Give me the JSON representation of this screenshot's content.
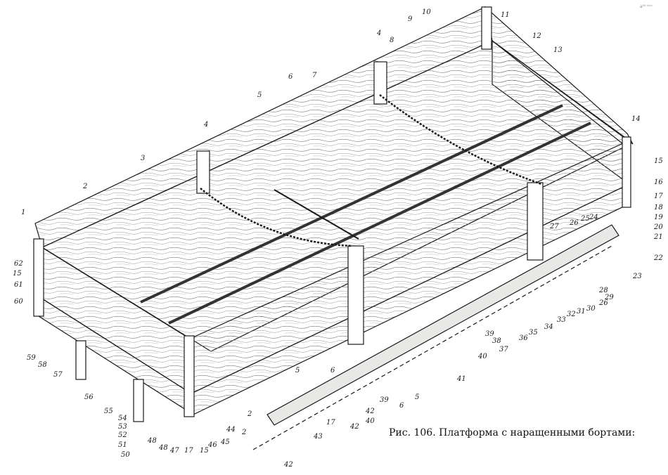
{
  "caption": "Рис. 106. Платформа с наращенными бортами:",
  "corner_mark": "a⁰⁰ ᵇⁿⁿ",
  "colors": {
    "ink": "#1a1a1a",
    "wood": "#f4f4f2",
    "grain": "#555555"
  },
  "callouts": [
    {
      "n": "1"
    },
    {
      "n": "2"
    },
    {
      "n": "3"
    },
    {
      "n": "4"
    },
    {
      "n": "5"
    },
    {
      "n": "6"
    },
    {
      "n": "7"
    },
    {
      "n": "4"
    },
    {
      "n": "8"
    },
    {
      "n": "9"
    },
    {
      "n": "10"
    },
    {
      "n": "11"
    },
    {
      "n": "12"
    },
    {
      "n": "13"
    },
    {
      "n": "14"
    },
    {
      "n": "15"
    },
    {
      "n": "16"
    },
    {
      "n": "17"
    },
    {
      "n": "18"
    },
    {
      "n": "19"
    },
    {
      "n": "20"
    },
    {
      "n": "21"
    },
    {
      "n": "22"
    },
    {
      "n": "23"
    },
    {
      "n": "24"
    },
    {
      "n": "25"
    },
    {
      "n": "26"
    },
    {
      "n": "27"
    },
    {
      "n": "28"
    },
    {
      "n": "29"
    },
    {
      "n": "30"
    },
    {
      "n": "31"
    },
    {
      "n": "32"
    },
    {
      "n": "33"
    },
    {
      "n": "34"
    },
    {
      "n": "35"
    },
    {
      "n": "36"
    },
    {
      "n": "37"
    },
    {
      "n": "38"
    },
    {
      "n": "39"
    },
    {
      "n": "40"
    },
    {
      "n": "41"
    },
    {
      "n": "5"
    },
    {
      "n": "6"
    },
    {
      "n": "39"
    },
    {
      "n": "42"
    },
    {
      "n": "40"
    },
    {
      "n": "42"
    },
    {
      "n": "17"
    },
    {
      "n": "43"
    },
    {
      "n": "42"
    },
    {
      "n": "2"
    },
    {
      "n": "44"
    },
    {
      "n": "45"
    },
    {
      "n": "46"
    },
    {
      "n": "15"
    },
    {
      "n": "17"
    },
    {
      "n": "47"
    },
    {
      "n": "48"
    },
    {
      "n": "48"
    },
    {
      "n": "50"
    },
    {
      "n": "51"
    },
    {
      "n": "52"
    },
    {
      "n": "53"
    },
    {
      "n": "54"
    },
    {
      "n": "55"
    },
    {
      "n": "56"
    },
    {
      "n": "57"
    },
    {
      "n": "58"
    },
    {
      "n": "59"
    },
    {
      "n": "60"
    },
    {
      "n": "61"
    },
    {
      "n": "15"
    },
    {
      "n": "62"
    },
    {
      "n": "2"
    },
    {
      "n": "26"
    },
    {
      "n": "5"
    },
    {
      "n": "6"
    }
  ]
}
